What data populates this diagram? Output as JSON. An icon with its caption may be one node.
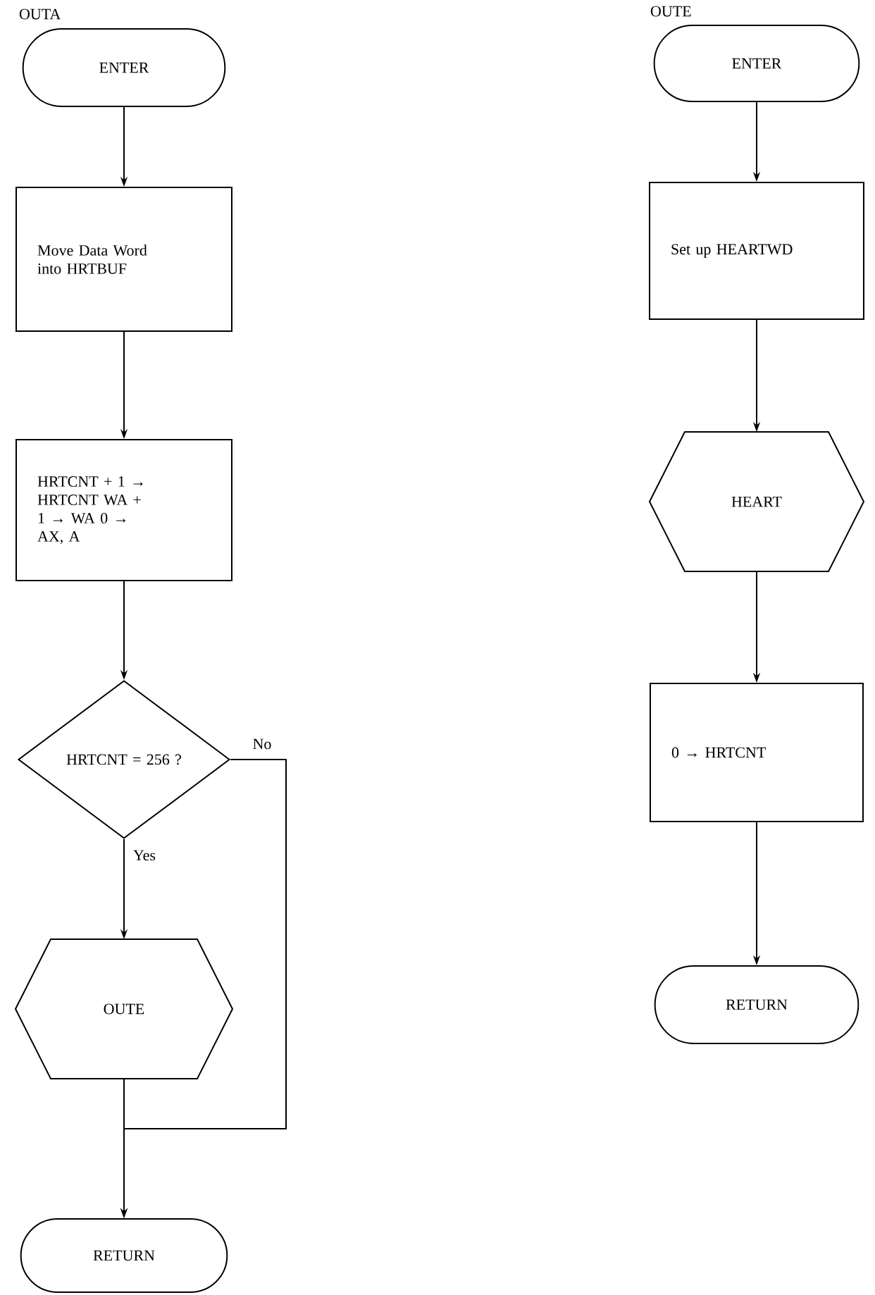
{
  "diagram": {
    "nodes": [
      {
        "text": [
          "ENTER"
        ],
        "beside": [
          "OUTA"
        ]
      },
      {
        "text": [
          "Move Data Word into HRTBUF"
        ]
      },
      {
        "text": [
          "HRTCNT + 1 → HRTCNT WA + 1 → WA 0 → AX, A"
        ]
      },
      {
        "text": [
          "HRTCNT = 256 ?"
        ]
      },
      {
        "text": [
          "OUTE"
        ]
      },
      {
        "text": [
          "RETURN"
        ]
      },
      {
        "text": [
          "ENTER"
        ],
        "beside": [
          "OUTE"
        ]
      },
      {
        "text": [
          "Set up HEARTWD"
        ]
      },
      {
        "text": [
          "HEART"
        ]
      },
      {
        "text": [
          "0 → HRTCNT"
        ]
      },
      {
        "text": [
          "RETURN"
        ]
      }
    ],
    "edges": [
      {
        "from": 0,
        "to": 1,
        "arrow": "to"
      },
      {
        "from": 1,
        "to": 2,
        "arrow": "to"
      },
      {
        "from": 2,
        "to": 3,
        "arrow": "to"
      },
      {
        "from": 3,
        "to": 4,
        "arrow": "to",
        "label": "Yes"
      },
      {
        "from": 3,
        "to": 5,
        "arrow": "to",
        "label": "No"
      },
      {
        "from": 4,
        "to": 5,
        "arrow": "to"
      },
      {
        "from": 6,
        "to": 7,
        "arrow": "to"
      },
      {
        "from": 7,
        "to": 8,
        "arrow": "to"
      },
      {
        "from": 8,
        "to": 9,
        "arrow": "to"
      },
      {
        "from": 9,
        "to": 10,
        "arrow": "to"
      }
    ]
  }
}
